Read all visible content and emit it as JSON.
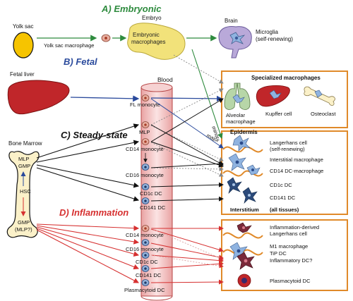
{
  "sections": {
    "embryonic": "A) Embryonic",
    "fetal": "B) Fetal",
    "steady_state": "C) Steady-state",
    "inflammation": "D) Inflammation"
  },
  "colors": {
    "embryonic": "#2e8b3e",
    "fetal": "#2a4a9c",
    "steady_state": "#111111",
    "inflammation": "#d63030",
    "box_border": "#e08a2a",
    "yolk": "#f6c400",
    "liver": "#c0262a",
    "vessel": "#f4c7c7"
  },
  "labels": {
    "yolk_sac": "Yolk sac",
    "yolk_sac_macrophage": "Yolk sac macrophage",
    "embryo": "Embryo",
    "embryonic_macrophages_1": "Embryonic",
    "embryonic_macrophages_2": "macrophages",
    "brain": "Brain",
    "microglia_1": "Microglia",
    "microglia_2": "(self-renewing)",
    "fetal_liver": "Fetal liver",
    "blood": "Blood",
    "bone_marrow": "Bone Marrow",
    "hsc": "HSC",
    "mlp_bm": "MLP",
    "gmp_bm": "GMP",
    "gmp_infl": "GMP",
    "mlp_infl": "(MLP?)",
    "minor": "minor",
    "major": "major"
  },
  "blood_cells": {
    "fl_monocyte": "FL monocyte",
    "mlp": "MLP",
    "cd14_monocyte": "CD14 monocyte",
    "cd16_monocyte": "CD16 monocyte",
    "cd1c_dc": "CD1c DC",
    "cd141_dc": "CD141 DC",
    "infl_cd14_monocyte": "CD14 monocyte",
    "infl_cd16_monocyte": "CD16 monocyte",
    "infl_cd1c_dc": "CD1c DC",
    "infl_cd141_dc": "CD141 DC",
    "plasmacytoid_dc": "Plasmacytoid DC"
  },
  "specialized": {
    "title": "Specialized macrophages",
    "alveolar_1": "Alveolar",
    "alveolar_2": "macrophage",
    "kupffer": "Kupffer cell",
    "osteoclast": "Osteoclast"
  },
  "tissue": {
    "epidermis": "Epidermis",
    "langerhans_1": "Langerhans cell",
    "langerhans_2": "(self-renewing)",
    "interstitial_macrophage": "Interstitial macrophage",
    "cd14_dc_macrophage": "CD14 DC-macrophage",
    "cd1c_dc": "CD1c DC",
    "cd141_dc": "CD141 DC",
    "interstitium": "Interstitium",
    "all_tissues": "(all tissues)"
  },
  "inflammation_tissue": {
    "infl_langerhans_1": "Inflammation-derived",
    "infl_langerhans_2": "Langerhans cell",
    "m1_macrophage": "M1 macrophage",
    "tip_dc": "TiP  DC",
    "inflammatory_dc": "Inflammatory DC?",
    "plasmacytoid_dc": "Plasmacytoid DC"
  }
}
